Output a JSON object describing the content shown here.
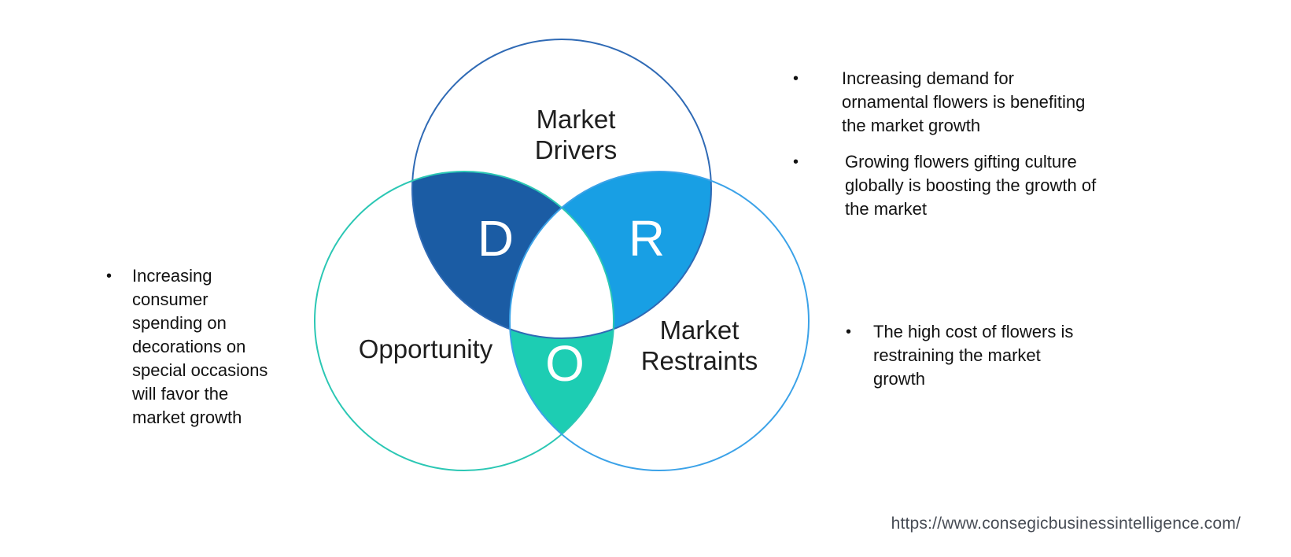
{
  "diagram": {
    "circles": {
      "drivers": {
        "label": "Market\nDrivers",
        "outline_color": "#2F6AB5"
      },
      "opportunity": {
        "label": "Opportunity",
        "outline_color": "#2BC7B4"
      },
      "restraints": {
        "label": "Market\nRestraints",
        "outline_color": "#3BA2E8"
      }
    },
    "overlaps": {
      "drivers": {
        "letter": "D",
        "fill_color": "#1B5CA4"
      },
      "restraints": {
        "letter": "R",
        "fill_color": "#189FE4"
      },
      "opportunity": {
        "letter": "O",
        "fill_color": "#1DCDB3"
      }
    },
    "center_color": "#FFFFFF",
    "letter_color": "#FFFFFF"
  },
  "left_panel": {
    "items": [
      {
        "marker": "•",
        "text": "Increasing\nconsumer\nspending on\ndecorations on\nspecial occasions\nwill favor the\nmarket growth"
      }
    ]
  },
  "right_panel_top": {
    "items": [
      {
        "marker": "•",
        "text": "Increasing demand for\nornamental flowers is benefiting\nthe market growth"
      },
      {
        "marker": "•",
        "text": "Growing flowers gifting culture\nglobally is boosting the growth of\nthe market"
      }
    ]
  },
  "right_panel_bottom": {
    "items": [
      {
        "marker": "•",
        "text": "The high cost of flowers is\nrestraining the market\ngrowth"
      }
    ]
  },
  "footer": {
    "url": "https://www.consegicbusinessintelligence.com/"
  }
}
